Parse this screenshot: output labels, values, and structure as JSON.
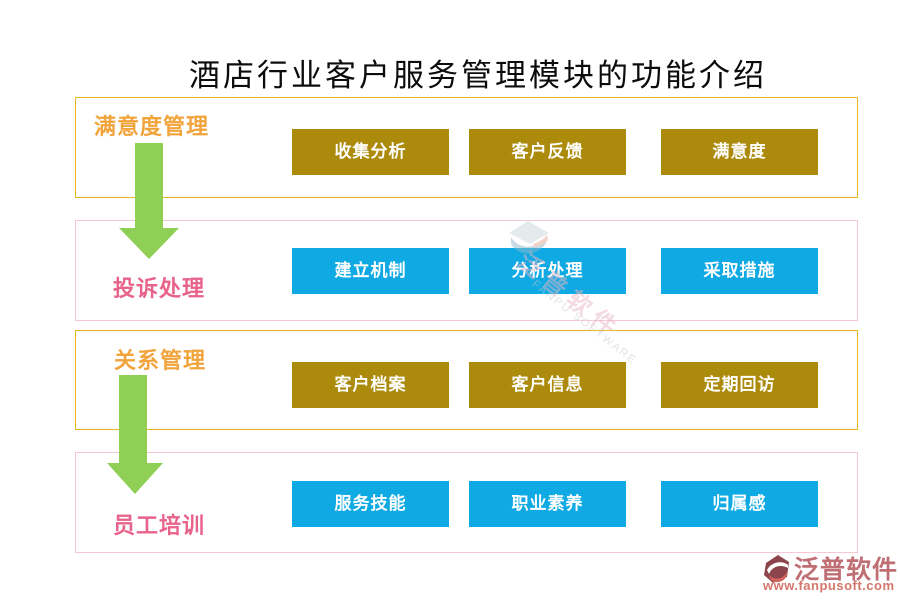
{
  "title": "酒店行业客户服务管理模块的功能介绍",
  "sections": [
    {
      "label": "满意度管理",
      "theme": "gold",
      "buttons": [
        "收集分析",
        "客户反馈",
        "满意度"
      ]
    },
    {
      "label": "投诉处理",
      "theme": "blue",
      "buttons": [
        "建立机制",
        "分析处理",
        "采取措施"
      ]
    },
    {
      "label": "关系管理",
      "theme": "gold",
      "buttons": [
        "客户档案",
        "客户信息",
        "定期回访"
      ]
    },
    {
      "label": "员工培训",
      "theme": "blue",
      "buttons": [
        "服务技能",
        "职业素养",
        "归属感"
      ]
    }
  ],
  "watermark": {
    "text_cn": "泛普软件",
    "text_en": "FANPU SOFTWARE"
  },
  "footer": {
    "brand": "泛普软件",
    "url": "www.fanpusoft.com"
  },
  "icons": {
    "down_arrow": "▼ green block arrow",
    "watermark_logo": "fanpu swoosh diamond",
    "footer_logo": "fanpu swoosh circle"
  },
  "colors": {
    "gold_button": "#ac8a0b",
    "blue_button": "#0fa9e3",
    "gold_border": "#e9b81e",
    "pink_border": "#f6c8d5",
    "gold_label": "#f2a43c",
    "pink_label": "#e8638b",
    "arrow_green": "#90cf55",
    "button_text": "#ffffff",
    "title_text": "#0c0c0c",
    "footer_brand": "#bf6f74",
    "footer_url": "#d4766b"
  }
}
